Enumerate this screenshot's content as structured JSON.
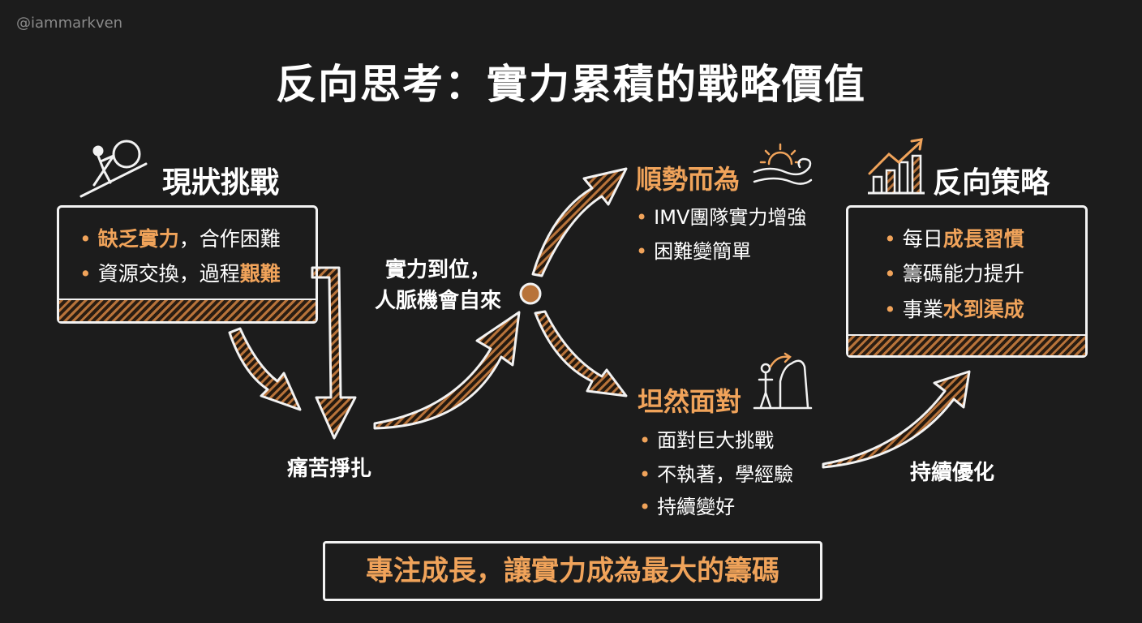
{
  "watermark": "@iammarkven",
  "title": "反向思考：實力累積的戰略價值",
  "colors": {
    "accent": "#f0a35a",
    "background": "#1c1c1c",
    "text": "#ffffff"
  },
  "status": {
    "title": "現狀挑戰",
    "icon": "sisyphus-pushing-boulder-icon",
    "items": [
      {
        "hl": "缺乏實力",
        "rest": "，合作困難"
      },
      {
        "rest": "資源交換，過程",
        "hl": "艱難"
      }
    ]
  },
  "struggle_label": "痛苦掙扎",
  "center_label": {
    "line1": "實力到位，",
    "line2": "人脈機會自來"
  },
  "flow": {
    "title": "順勢而為",
    "icon": "sun-wave-icon",
    "items": [
      "IMV團隊實力增強",
      "困難變簡單"
    ]
  },
  "face": {
    "title": "坦然面對",
    "icon": "person-facing-cliff-icon",
    "items": [
      "面對巨大挑戰",
      "不執著，學經驗",
      "持續變好"
    ]
  },
  "optimize_label": "持續優化",
  "reverse": {
    "title": "反向策略",
    "icon": "growth-bar-chart-icon",
    "items": [
      {
        "rest": "每日",
        "hl": "成長習慣"
      },
      {
        "rest": "籌碼能力提升"
      },
      {
        "rest": "事業",
        "hl": "水到渠成"
      }
    ]
  },
  "banner": "專注成長，讓實力成為最大的籌碼"
}
